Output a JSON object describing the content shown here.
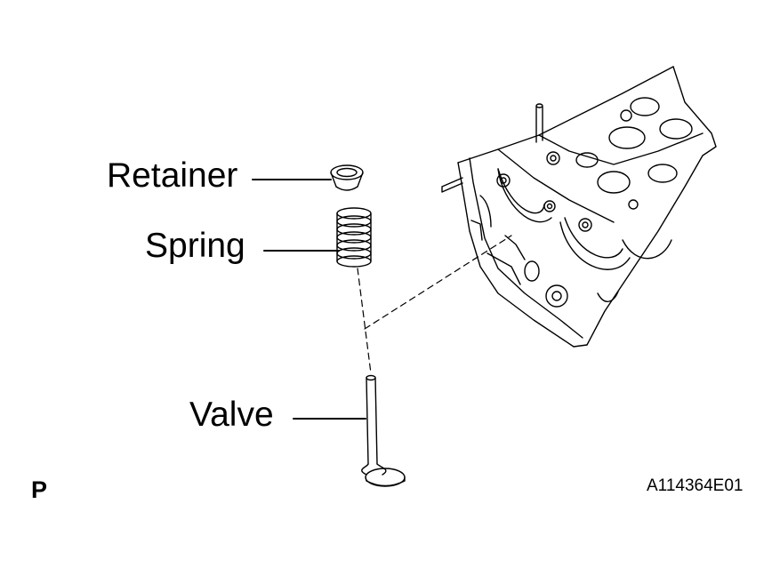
{
  "labels": {
    "retainer": "Retainer",
    "spring": "Spring",
    "valve": "Valve"
  },
  "view_letter": "P",
  "figure_code": "A114364E01",
  "colors": {
    "line": "#000000",
    "background": "#ffffff"
  }
}
